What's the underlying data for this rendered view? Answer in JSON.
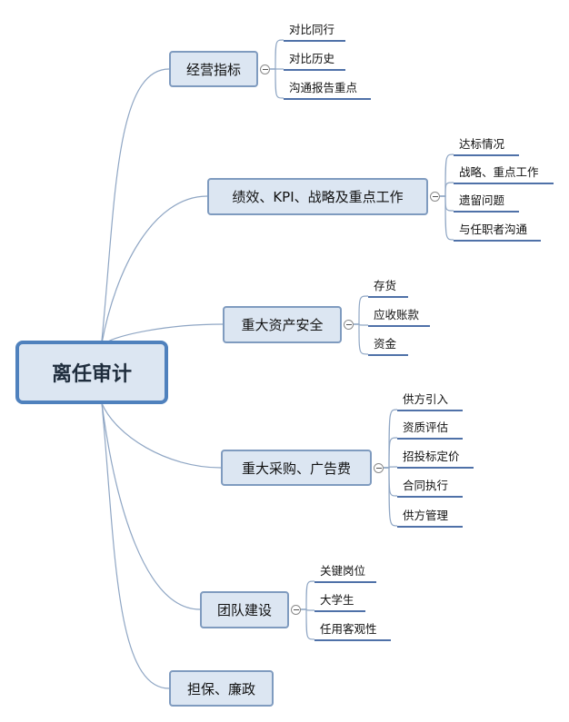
{
  "root": {
    "label": "离任审计"
  },
  "branches": [
    {
      "label": "经营指标",
      "items": [
        "对比同行",
        "对比历史",
        "沟通报告重点"
      ]
    },
    {
      "label": "绩效、KPI、战略及重点工作",
      "items": [
        "达标情况",
        "战略、重点工作",
        "遗留问题",
        "与任职者沟通"
      ]
    },
    {
      "label": "重大资产安全",
      "items": [
        "存货",
        "应收账款",
        "资金"
      ]
    },
    {
      "label": "重大采购、广告费",
      "items": [
        "供方引入",
        "资质评估",
        "招投标定价",
        "合同执行",
        "供方管理"
      ]
    },
    {
      "label": "团队建设",
      "items": [
        "关键岗位",
        "大学生",
        "任用客观性"
      ]
    },
    {
      "label": "担保、廉政",
      "items": []
    }
  ],
  "colors": {
    "node_fill": "#dce6f2",
    "node_border": "#7f9bbf",
    "root_border": "#4f81bd",
    "leaf_line": "#4f71a8",
    "wire": "#8fa6c4"
  }
}
